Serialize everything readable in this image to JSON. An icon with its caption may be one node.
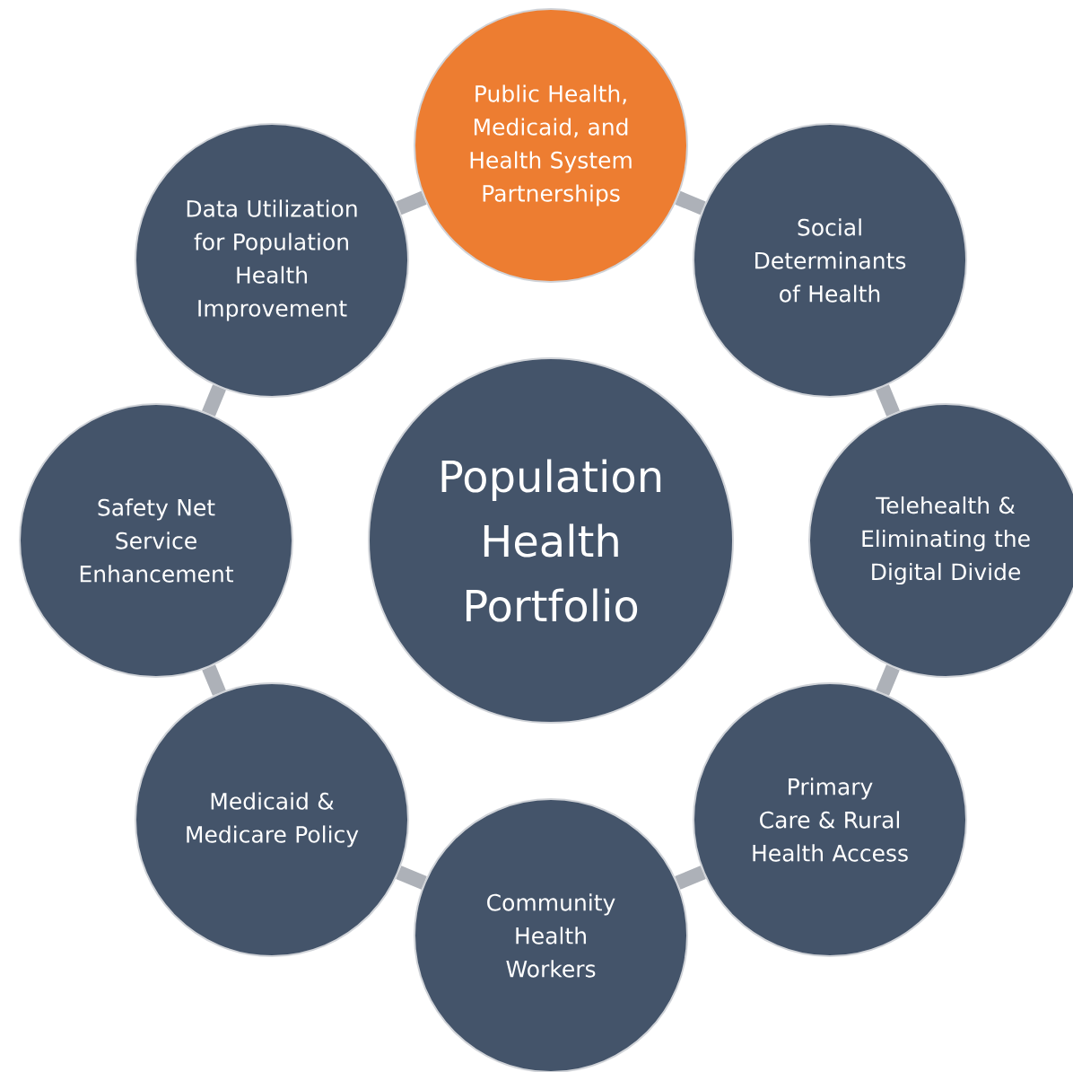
{
  "diagram": {
    "nodes": [
      {
        "text": [
          "Population Health Portfolio"
        ]
      },
      {
        "text": [
          "Public Health, Medicaid, and Health System Partnerships"
        ]
      },
      {
        "text": [
          "Social Determinants of Health"
        ]
      },
      {
        "text": [
          "Telehealth & Eliminating the Digital Divide"
        ]
      },
      {
        "text": [
          "Primary Care & Rural Health Access"
        ]
      },
      {
        "text": [
          "Community Health Workers"
        ]
      },
      {
        "text": [
          "Medicaid & Medicare Policy"
        ]
      },
      {
        "text": [
          "Safety Net Service Enhancement"
        ]
      },
      {
        "text": [
          "Data Utilization for Population Health Improvement"
        ]
      }
    ],
    "edges": [
      {
        "from": 1,
        "to": 2,
        "arrow": "none"
      },
      {
        "from": 2,
        "to": 3,
        "arrow": "none"
      },
      {
        "from": 3,
        "to": 4,
        "arrow": "none"
      },
      {
        "from": 4,
        "to": 5,
        "arrow": "none"
      },
      {
        "from": 5,
        "to": 6,
        "arrow": "none"
      },
      {
        "from": 6,
        "to": 7,
        "arrow": "none"
      },
      {
        "from": 7,
        "to": 8,
        "arrow": "none"
      },
      {
        "from": 8,
        "to": 1,
        "arrow": "none"
      }
    ]
  }
}
